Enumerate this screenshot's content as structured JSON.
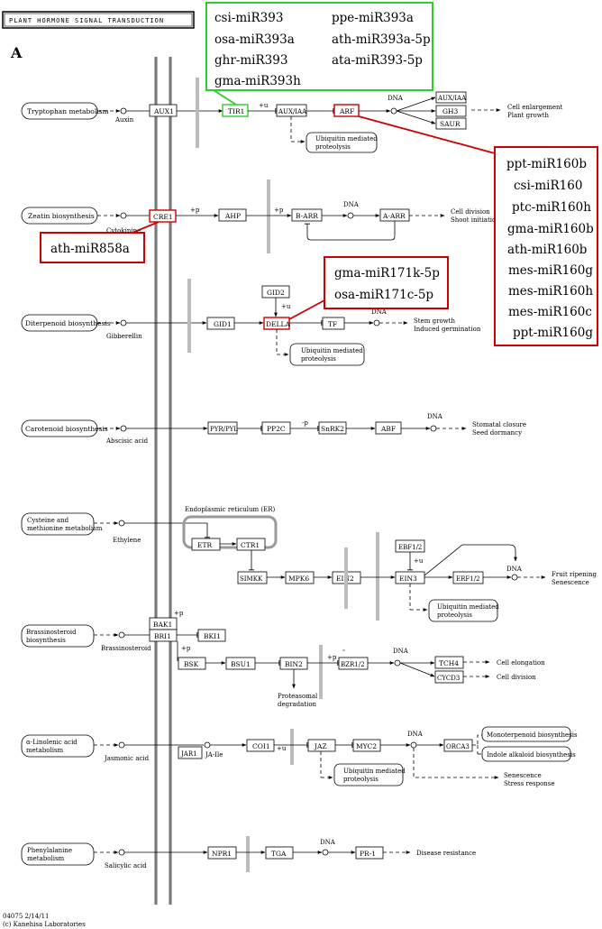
{
  "header": {
    "title": "PLANT HORMONE SIGNAL TRANSDUCTION",
    "panel_label": "A"
  },
  "common": {
    "dna": "DNA",
    "plus_u": "+u",
    "plus_p": "+p",
    "minus_p": "-p",
    "ubiquitin": [
      "Ubiquitin mediated",
      "proteolysis"
    ]
  },
  "pathways": {
    "tryptophan": "Tryptophan metabolism",
    "zeatin": "Zeatin biosynthesis",
    "diterpenoid": "Diterpenoid biosynthesis",
    "carotenoid": "Carotenoid biosynthesis",
    "cysteine": [
      "Cysteine and",
      "methionine metabolism"
    ],
    "brassinosteroid": [
      "Brassinosteroid",
      "biosynthesis"
    ],
    "linolenic": [
      "α-Linolenic acid",
      "metabolism"
    ],
    "phenylalanine": [
      "Phenylalanine",
      "metabolism"
    ]
  },
  "hormones": {
    "auxin": "Auxin",
    "cytokinine": "Cytokinine",
    "gibberellin": "Gibberellin",
    "abscisic": "Abscisic acid",
    "ethylene": "Ethylene",
    "brassinosteroid": "Brassinosteroid",
    "jasmonic": "Jasmonic acid",
    "salicylic": "Salicylic acid"
  },
  "genes": {
    "aux1": "AUX1",
    "tir1": "TIR1",
    "auxiaa": "AUX/IAA",
    "arf": "ARF",
    "auxiaa2": "AUX/IAA",
    "gh3": "GH3",
    "saur": "SAUR",
    "cre1": "CRE1",
    "ahp": "AHP",
    "barr": "B-ARR",
    "aarr": "A-ARR",
    "gid2": "GID2",
    "gid1": "GID1",
    "della": "DELLA",
    "tf": "TF",
    "pyrpyl": "PYR/PYL",
    "pp2c": "PP2C",
    "snrk2": "SnRK2",
    "abf": "ABF",
    "er": "Endoplasmic reticulum (ER)",
    "etr": "ETR",
    "ctr1": "CTR1",
    "ebf12": "EBF1/2",
    "simkk": "SIMKK",
    "mpk6": "MPK6",
    "ein2": "EIN2",
    "ein3": "EIN3",
    "erf12": "ERF1/2",
    "bak1": "BAK1",
    "bri1": "BRI1",
    "bki1": "BKI1",
    "bsk": "BSK",
    "bsu1": "BSU1",
    "bin2": "BIN2",
    "bzr12": "BZR1/2",
    "tch4": "TCH4",
    "cycd3": "CYCD3",
    "jar1": "JAR1",
    "jaile": "JA-Ile",
    "coi1": "COI1",
    "jaz": "JAZ",
    "myc2": "MYC2",
    "orca3": "ORCA3",
    "npr1": "NPR1",
    "tga": "TGA",
    "pr1": "PR-1"
  },
  "outcomes": {
    "cell_enlargement": [
      "Cell enlargement",
      "Plant growth"
    ],
    "cell_division_shoot": [
      "Cell division",
      "Shoot initiation"
    ],
    "stem_growth": [
      "Stem growth",
      "Induced germination"
    ],
    "stomatal": [
      "Stomatal closure",
      "Seed dormancy"
    ],
    "fruit_ripening": [
      "Fruit ripening",
      "Senescence"
    ],
    "proteasomal": [
      "Proteasomal",
      "degradation"
    ],
    "cell_elongation": "Cell elongation",
    "cell_division": "Cell division",
    "monoterpenoid": "Monoterpenoid biosynthesis",
    "indole": "Indole alkaloid biosynthesis",
    "senescence_stress": [
      "Senescence",
      "Stress response"
    ],
    "disease": "Disease resistance"
  },
  "mirna": {
    "tir1_group": [
      "csi-miR393",
      "ppe-miR393a",
      "osa-miR393a",
      "ath-miR393a-5p",
      "ghr-miR393",
      "ata-miR393-5p",
      "gma-miR393h"
    ],
    "arf_group": [
      "ppt-miR160b",
      "csi-miR160",
      "ptc-miR160h",
      "gma-miR160b",
      "ath-miR160b",
      "mes-miR160g",
      "mes-miR160h",
      "mes-miR160c",
      "ppt-miR160g"
    ],
    "cre1_group": [
      "ath-miR858a"
    ],
    "della_group": [
      "gma-miR171k-5p",
      "osa-miR171c-5p"
    ]
  },
  "footer": {
    "code": "04075 2/14/11",
    "copyright": "(c) Kanehisa Laboratories"
  },
  "colors": {
    "highlight_red": "#cc0000",
    "highlight_green": "#2ecc2e",
    "membrane_gray": "#7a7a7a"
  }
}
